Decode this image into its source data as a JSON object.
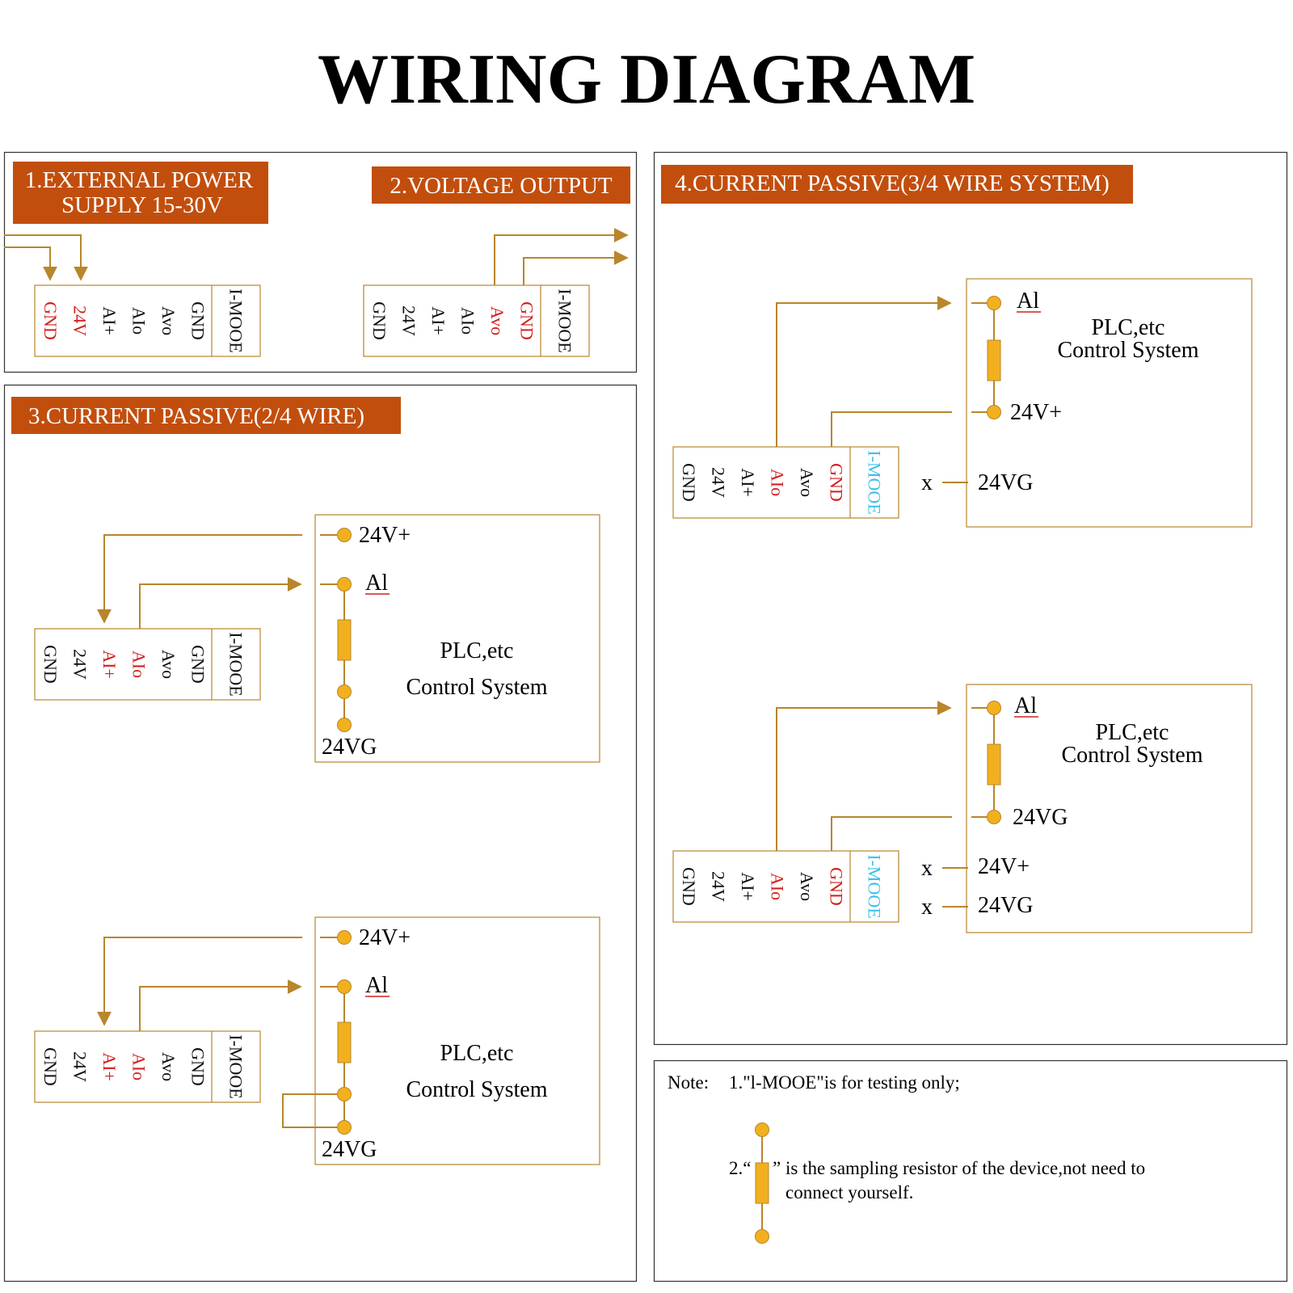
{
  "title": "WIRING DIAGRAM",
  "colors": {
    "header_bg": "#c24e0d",
    "wire": "#b8862b",
    "node": "#f2b01e",
    "pin_red": "#d0201e",
    "pin_black": "#111111",
    "device_cyan": "#3ec0e8",
    "panel_border": "#333333"
  },
  "pins": [
    "GND",
    "24V",
    "AI+",
    "AIo",
    "Avo",
    "GND"
  ],
  "device_label": "I-MOOE",
  "sections": {
    "s1": {
      "header_line1": "1.EXTERNAL POWER",
      "header_line2": "SUPPLY 15-30V"
    },
    "s2": {
      "header": "2.VOLTAGE OUTPUT"
    },
    "s3": {
      "header": "3.CURRENT PASSIVE(2/4 WIRE)"
    },
    "s4": {
      "header": "4.CURRENT PASSIVE(3/4 WIRE SYSTEM)"
    }
  },
  "plc": {
    "line1": "PLC,etc",
    "line2": "Control System",
    "ai": "Al",
    "v_plus": "24V+",
    "v_g": "24VG",
    "x_mark": "x"
  },
  "notes": {
    "prefix": "Note:",
    "note1": "1.\"l-MOOE\"is for testing only;",
    "note2_start": "2.“",
    "note2_end": "” is the sampling resistor of the device,not need to",
    "note2_line2": "connect yourself."
  }
}
